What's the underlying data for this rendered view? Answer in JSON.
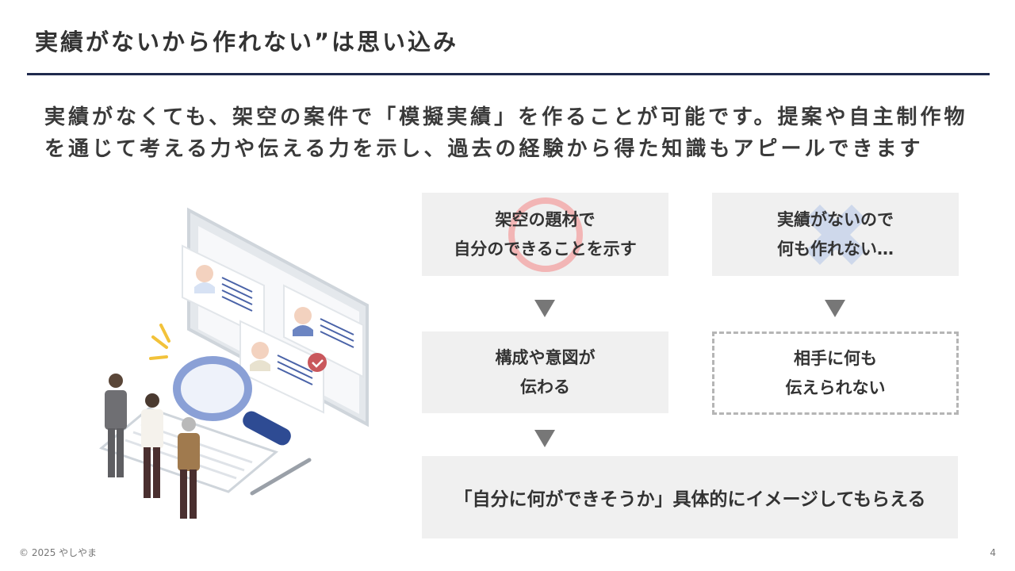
{
  "slide": {
    "title": "実績がないから作れない”は思い込み",
    "lead": "実績がなくても、架空の案件で「模擬実績」を作ることが可能です。提案や自主制作物を通じて考える力や伝える力を示し、過去の経験から得た知識もアピールできます",
    "footer_copyright": "© 2025 やしやま",
    "page_number": "4"
  },
  "flow": {
    "left_top": "架空の題材で\n自分のできることを示す",
    "left_mid": "構成や意図が\n伝わる",
    "right_top": "実績がないので\n何も作れない…",
    "right_mid": "相手に何も\n伝えられない",
    "result": "「自分に何ができそうか」具体的にイメージしてもらえる"
  },
  "colors": {
    "accent_navy": "#1f2a4d",
    "box_gray": "#f0f0f0",
    "ok_ring": "#f2b5b5",
    "ng_cross": "#c8d3ea"
  },
  "icons": {
    "left_mark": "circle-mark-icon",
    "right_mark": "cross-mark-icon",
    "arrows": "triangle-down-icon"
  }
}
